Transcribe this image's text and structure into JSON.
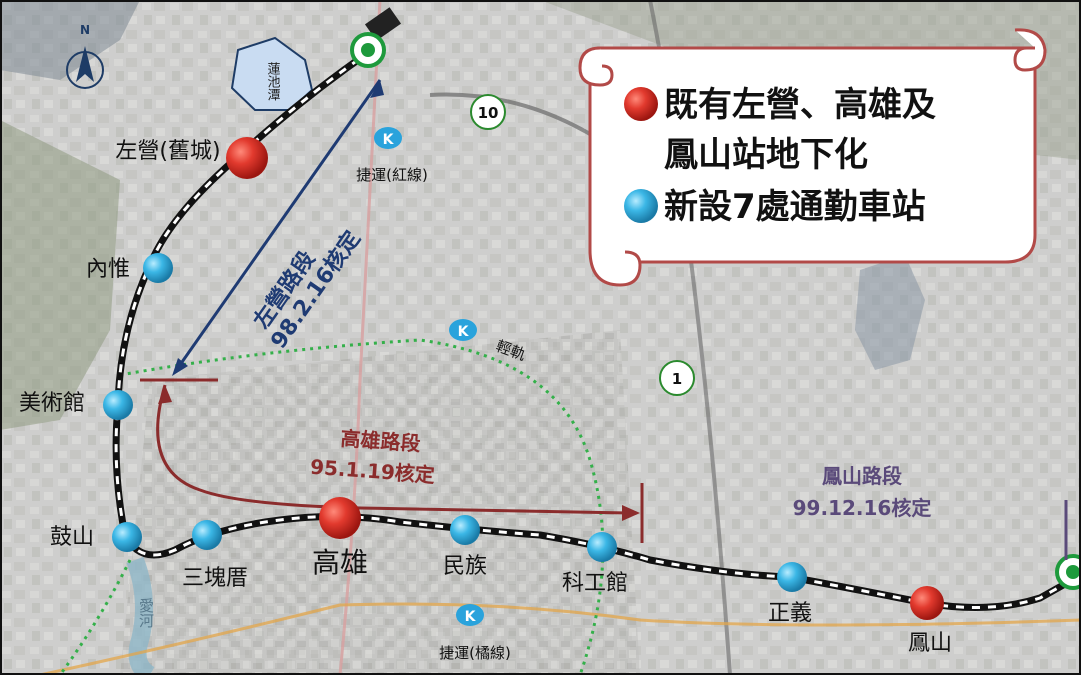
{
  "map": {
    "north_label": "N",
    "lake_label": "蓮池潭",
    "highways": [
      {
        "id": "10",
        "label": "10"
      },
      {
        "id": "1",
        "label": "1"
      }
    ],
    "mrt": {
      "red": "捷運(紅線)",
      "orange": "捷運(橘線)",
      "lrt": "輕軌"
    },
    "river_label": "愛河",
    "stations": [
      {
        "name": "左營(舊城)",
        "type": "existing"
      },
      {
        "name": "內惟",
        "type": "new"
      },
      {
        "name": "美術館",
        "type": "new"
      },
      {
        "name": "鼓山",
        "type": "new"
      },
      {
        "name": "三塊厝",
        "type": "new"
      },
      {
        "name": "高雄",
        "type": "existing"
      },
      {
        "name": "民族",
        "type": "new"
      },
      {
        "name": "科工館",
        "type": "new"
      },
      {
        "name": "正義",
        "type": "new"
      },
      {
        "name": "鳳山",
        "type": "existing"
      }
    ],
    "segments": [
      {
        "name": "左營路段",
        "date": "98.2.16核定",
        "color": "#1f3b73"
      },
      {
        "name": "高雄路段",
        "date": "95.1.19核定",
        "color": "#8b2c2c"
      },
      {
        "name": "鳳山路段",
        "date": "99.12.16核定",
        "color": "#5a4a7a"
      }
    ]
  },
  "legend": {
    "line1": "既有左營、高雄及",
    "line2": "鳳山站地下化",
    "line3": "新設7處通勤車站",
    "existing_color": "#d42a2a",
    "new_color": "#2ba9d4"
  }
}
